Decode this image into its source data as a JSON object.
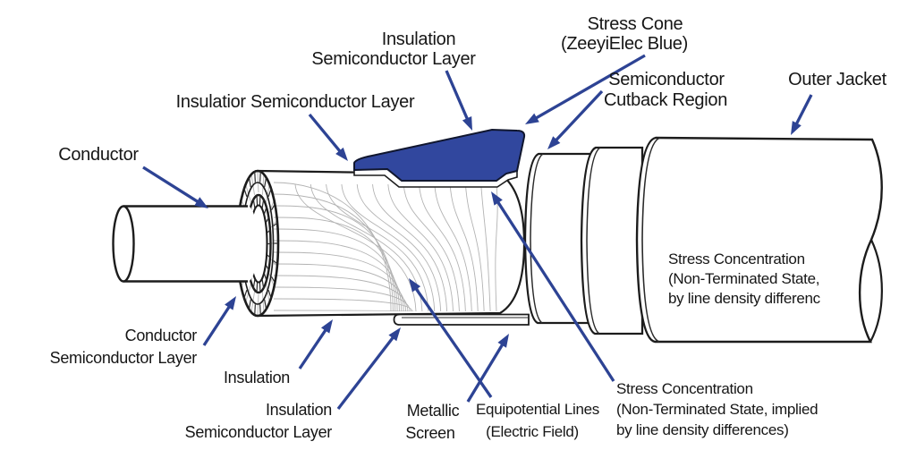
{
  "colors": {
    "background": "#ffffff",
    "outline": "#1c1c1c",
    "inner_line": "#2a2a2a",
    "arrow": "#2d4394",
    "stress_cone_fill": "#31479e",
    "stress_cone_outline": "#10162e",
    "field_line": "#b3b3b3",
    "label_text": "#161616",
    "white": "#ffffff"
  },
  "labels": {
    "conductor": "Conductor",
    "insulatior_semiconductor_layer": "Insulatior Semiconductor Layer",
    "insulation_semiconductor_layer_top": {
      "line1": "Insulation",
      "line2": "Semiconductor Layer"
    },
    "stress_cone": {
      "line1": "Stress Cone",
      "line2": "(ZeeyiElec Blue)"
    },
    "semiconductor_cutback_region": {
      "line1": "Semiconductor",
      "line2": "Cutback Region"
    },
    "outer_jacket": "Outer Jacket",
    "stress_concentration_on_jacket": {
      "line1": "Stress Concentration",
      "line2": "(Non-Terminated State,",
      "line3": "by line density differenc"
    },
    "conductor_semiconductor_layer": {
      "line1": "Conductor",
      "line2": "Semiconductor Layer"
    },
    "insulation": "Insulation",
    "insulation_semiconductor_layer_bottom": {
      "line1": "Insulation",
      "line2": "Semiconductor Layer"
    },
    "metallic_screen": {
      "line1": "Metallic",
      "line2": "Screen"
    },
    "equipotential_lines": {
      "line1": "Equipotential Lines",
      "line2": "(Electric Field)"
    },
    "stress_concentration_implied": {
      "line1": "Stress Concentration",
      "line2": "(Non-Terminated State, implied",
      "line3": "by line density differences)"
    }
  }
}
